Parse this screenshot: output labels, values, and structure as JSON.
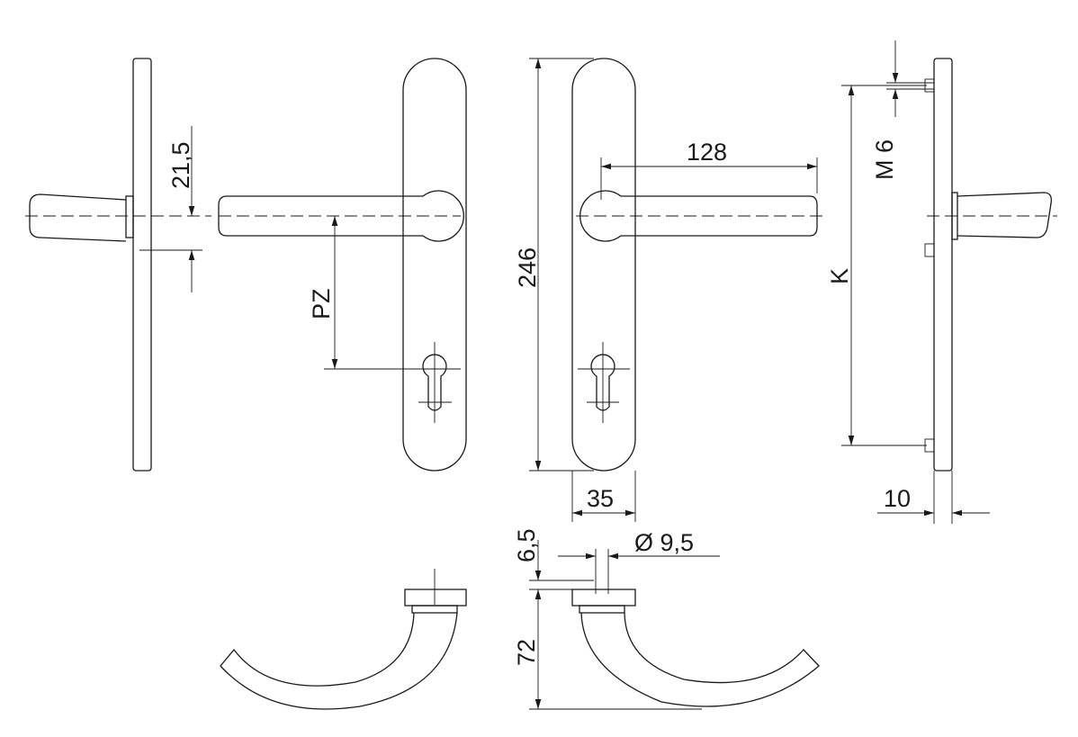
{
  "title": "Door handle set technical drawing",
  "dimensions": {
    "rose_offset": "21,5",
    "pz": "PZ",
    "plate_length": "246",
    "handle_length": "128",
    "plate_width": "35",
    "screw": "M 6",
    "screw_distance": "K",
    "plate_thickness": "10",
    "rose_height": "6,5",
    "spindle_diameter": "Ø 9,5",
    "handle_projection": "72"
  }
}
